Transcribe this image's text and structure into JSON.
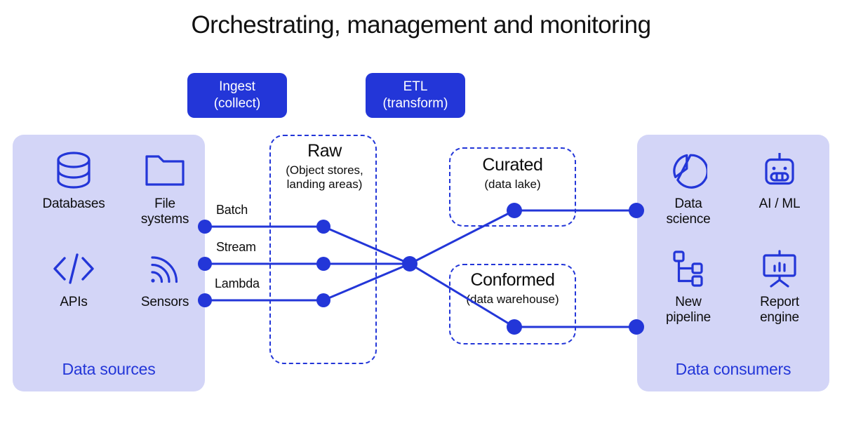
{
  "title": "Orchestrating, management and monitoring",
  "colors": {
    "accent": "#2336d8",
    "panel_bg": "#d3d5f7",
    "text": "#0d0d0d",
    "background": "#ffffff"
  },
  "badges": [
    {
      "id": "ingest",
      "line1": "Ingest",
      "line2": "(collect)"
    },
    {
      "id": "etl",
      "line1": "ETL",
      "line2": "(transform)"
    }
  ],
  "panels": {
    "sources": {
      "title": "Data sources",
      "items": [
        {
          "label": "Databases",
          "icon": "database-icon"
        },
        {
          "label": "File\nsystems",
          "icon": "folder-icon"
        },
        {
          "label": "APIs",
          "icon": "code-brackets-icon"
        },
        {
          "label": "Sensors",
          "icon": "signal-waves-icon"
        }
      ]
    },
    "consumers": {
      "title": "Data consumers",
      "items": [
        {
          "label": "Data\nscience",
          "icon": "pie-chart-icon"
        },
        {
          "label": "AI / ML",
          "icon": "robot-icon"
        },
        {
          "label": "New\npipeline",
          "icon": "pipeline-tree-icon"
        },
        {
          "label": "Report\nengine",
          "icon": "presentation-chart-icon"
        }
      ]
    }
  },
  "zones": [
    {
      "id": "raw",
      "heading": "Raw",
      "subheading": "(Object stores,\nlanding areas)"
    },
    {
      "id": "curated",
      "heading": "Curated",
      "subheading": "(data lake)"
    },
    {
      "id": "conformed",
      "heading": "Conformed",
      "subheading": "(data warehouse)"
    }
  ],
  "flow_labels": [
    {
      "id": "batch",
      "label": "Batch"
    },
    {
      "id": "stream",
      "label": "Stream"
    },
    {
      "id": "lambda",
      "label": "Lambda"
    }
  ]
}
